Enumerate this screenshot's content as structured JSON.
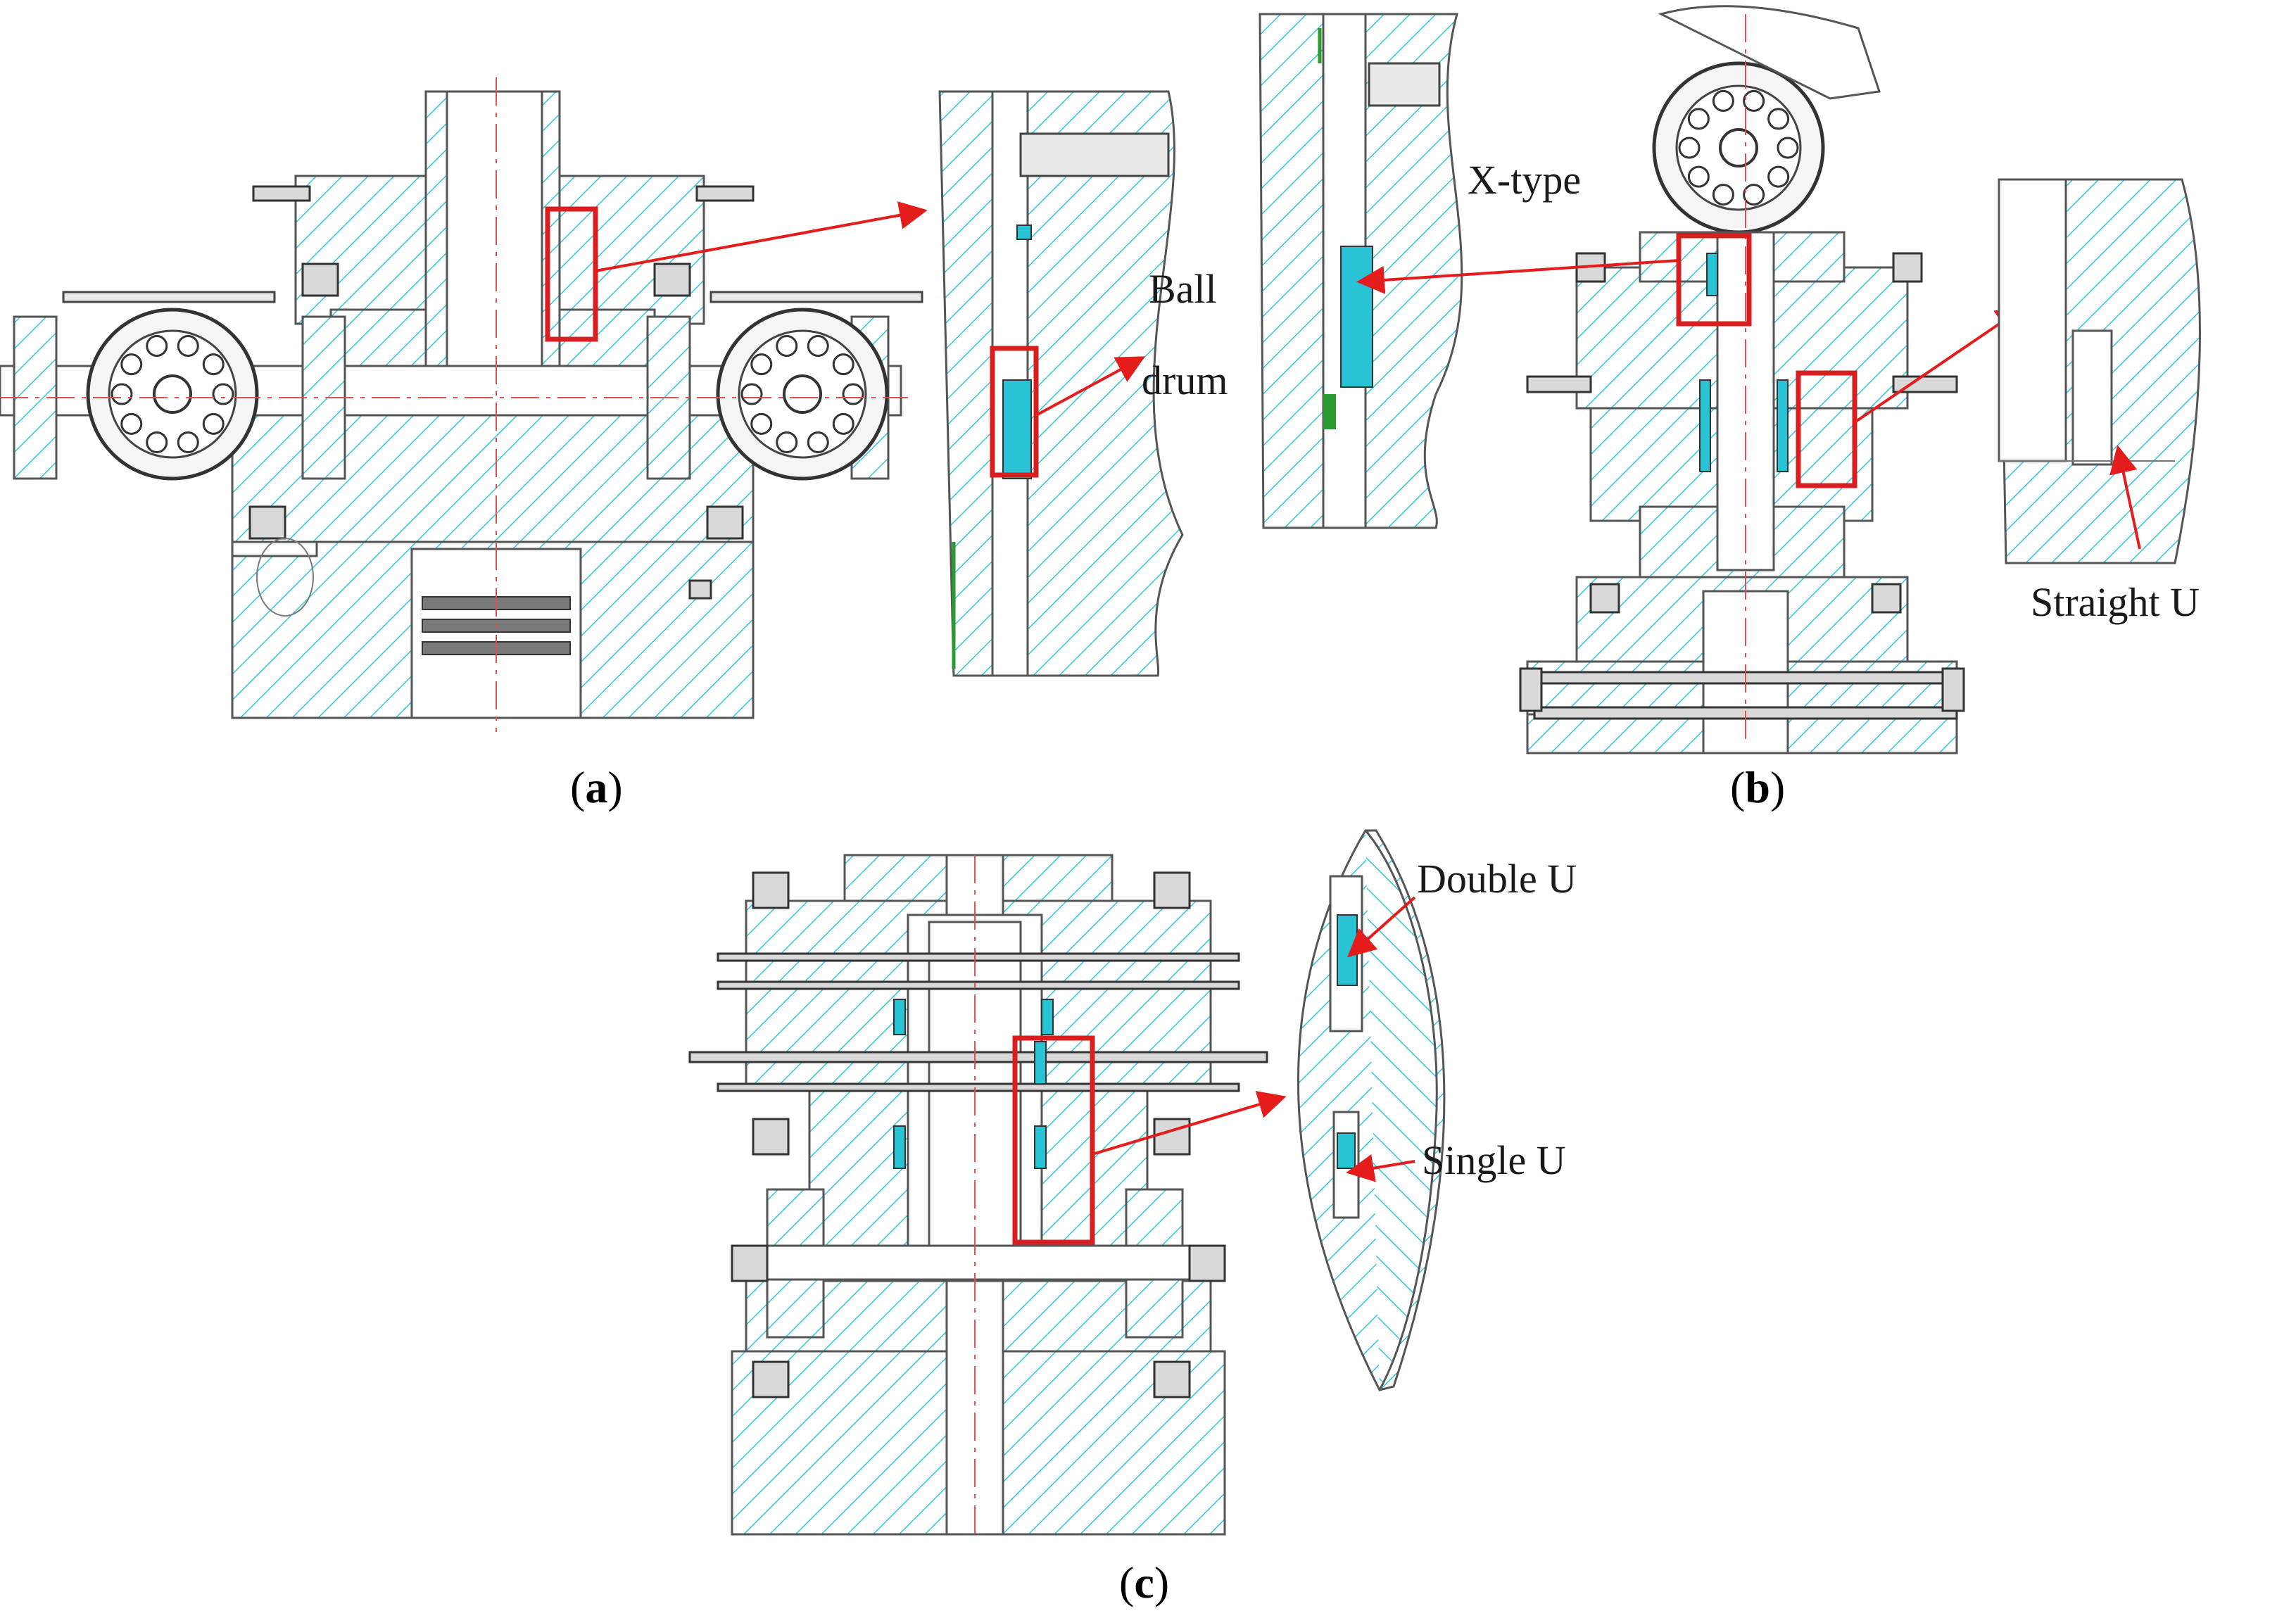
{
  "figure": {
    "panels": [
      {
        "id": "a",
        "label_open": "(",
        "label_letter": "a",
        "label_close": ")"
      },
      {
        "id": "b",
        "label_open": "(",
        "label_letter": "b",
        "label_close": ")"
      },
      {
        "id": "c",
        "label_open": "(",
        "label_letter": "c",
        "label_close": ")"
      }
    ],
    "callouts": {
      "ball_drum_line1": "Ball",
      "ball_drum_line2": "drum",
      "x_type": "X-type",
      "straight_u": "Straight U",
      "double_u": "Double U",
      "single_u": "Single U"
    },
    "colors": {
      "hatch": "#30c8d8",
      "highlight_box": "#d81e1e",
      "arrow": "#e51c1c",
      "centerline": "#e05050",
      "outline": "#555555"
    }
  }
}
